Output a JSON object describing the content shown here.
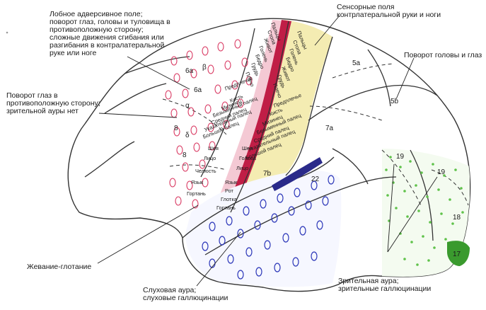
{
  "labels": {
    "frontal_field": "Лобное адверсивное поле;\nповорот глаз, головы и туловища в\nпротивоположную сторону;\nсложные движения сгибания или\nразгибания в контралатеральной\nруке или ноге",
    "eye_turn": "Поворот глаз в\nпротивоположную сторону;\nзрительной ауры нет",
    "sensory_fields": "Сенсорные поля\nконтрлатеральной руки и ноги",
    "head_eye_turn": "Поворот головы и глаз",
    "chewing": "Жевание-глотание",
    "auditory_aura": "Слуховая аура;\nслуховые галлюцинации",
    "visual_aura": "Зрительная аура;\nзрительные галлюцинации"
  },
  "areas": [
    "6a",
    "β",
    "6a",
    "α",
    "8",
    "δ",
    "8",
    "5a",
    "5b",
    "7a",
    "7b",
    "22",
    "19",
    "19",
    "18",
    "17"
  ],
  "motor_body_parts": [
    "Пальцы",
    "Стопа",
    "Живот",
    "Голень",
    "Бедро",
    "Грудь",
    "Плечо",
    "Предплечье",
    "Кисть",
    "Мизинец",
    "Безымянный палец",
    "Средний палец",
    "Указательный палец",
    "Большой палец",
    "Шея",
    "Лицо",
    "Челюсть",
    "Язык",
    "Гортань"
  ],
  "sensory_body_parts": [
    "Пальцы",
    "Стопа",
    "Голень",
    "Бедро",
    "Живот",
    "Грудь",
    "Плечо",
    "Предплечье",
    "Кисть",
    "Мизинец",
    "Безымянный палец",
    "Средний палец",
    "Указательный палец",
    "Большой палец",
    "Шея",
    "Голова",
    "Лицо",
    "Язык",
    "Рот",
    "Глотка",
    "Гортань"
  ],
  "colors": {
    "motor_cortex": "#d8355f",
    "motor_stripe": "#b0183c",
    "sensory_cortex": "#f3ebae",
    "temporal_marks": "#2a35b8",
    "visual_dots": "#5fc24a",
    "area17": "#3a9a2e",
    "outline": "#333333"
  }
}
